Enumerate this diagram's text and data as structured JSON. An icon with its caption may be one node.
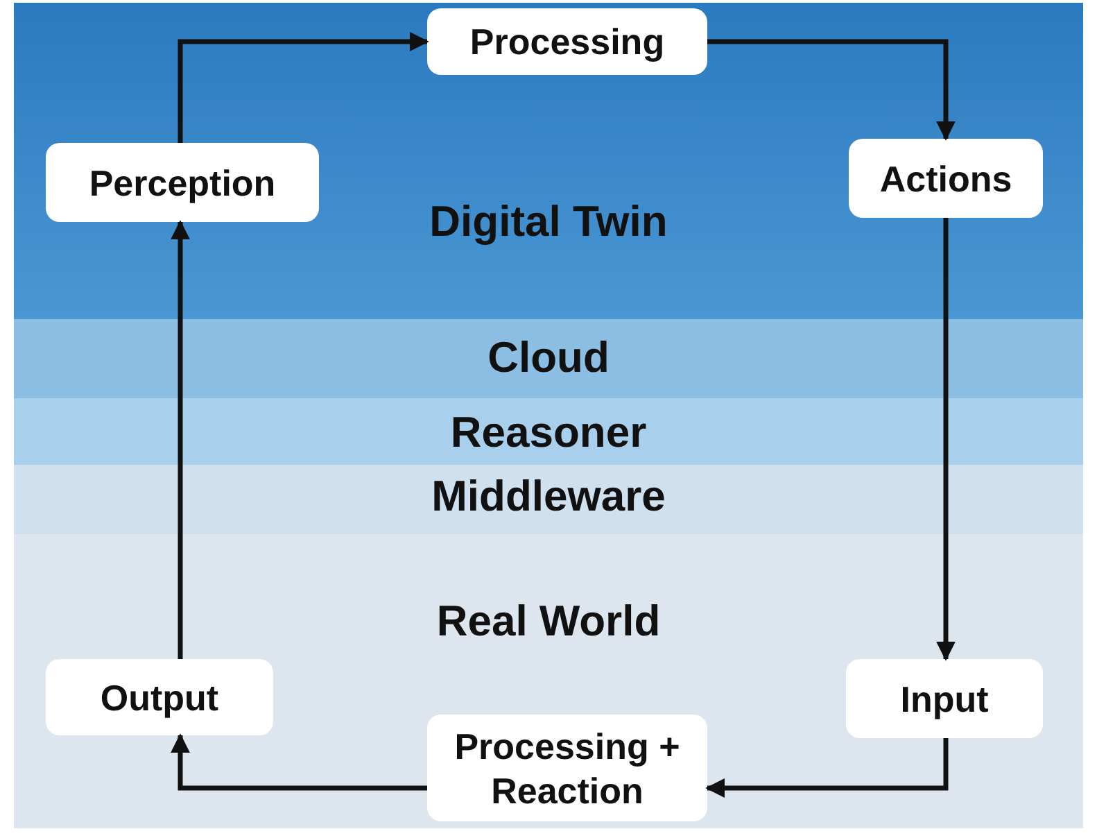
{
  "diagram": {
    "nodes": [
      {
        "text": [
          "Digital Twin"
        ]
      },
      {
        "text": [
          "Processing"
        ],
        "in": 0
      },
      {
        "text": [
          "Perception"
        ],
        "in": 0
      },
      {
        "text": [
          "Actions"
        ],
        "in": 0
      },
      {
        "text": [
          "Real World"
        ]
      },
      {
        "text": [
          "Output"
        ],
        "in": 4
      },
      {
        "text": [
          "Input"
        ],
        "in": 4
      },
      {
        "text": [
          "Processing + Reaction"
        ],
        "in": 4
      }
    ],
    "edges": [
      {
        "from": 2,
        "to": 1,
        "arrow": "to"
      },
      {
        "from": 1,
        "to": 3,
        "arrow": "to"
      },
      {
        "from": 3,
        "to": 6,
        "arrow": "to"
      },
      {
        "from": 6,
        "to": 7,
        "arrow": "to"
      },
      {
        "from": 7,
        "to": 5,
        "arrow": "to"
      },
      {
        "from": 5,
        "to": 2,
        "arrow": "to"
      }
    ],
    "labels": [
      "Cloud",
      "Reasoner",
      "Middleware"
    ]
  }
}
